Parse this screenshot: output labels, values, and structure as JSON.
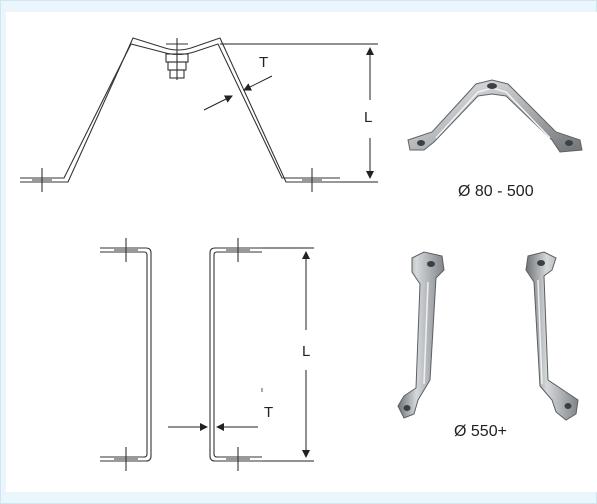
{
  "labels": {
    "top_thickness": "T",
    "top_length": "L",
    "top_range": "Ø 80 - 500",
    "bottom_length": "L",
    "bottom_thickness": "T",
    "bottom_range": "Ø 550+"
  },
  "colors": {
    "frame_bg": "#eaf6fb",
    "line": "#333333",
    "metal_light": "#d4d6d8",
    "metal_dark": "#7c8084"
  }
}
